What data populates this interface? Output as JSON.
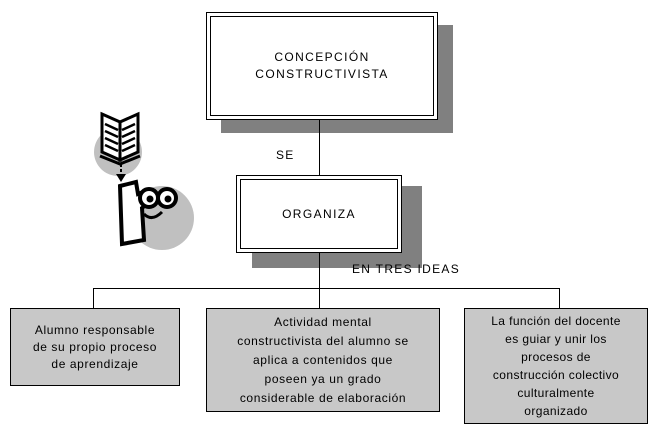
{
  "diagram": {
    "top_node": "CONCEPCIÓN\nCONSTRUCTIVISTA",
    "edge_1_label": "SE",
    "middle_node": "ORGANIZA",
    "edge_2_label": "EN TRES IDEAS",
    "ideas": [
      "Alumno responsable\nde su propio proceso\nde aprendizaje",
      "Actividad mental\nconstructivista del alumno se\naplica a contenidos que\nposeen ya un grado\nconsiderable de elaboración",
      "La función del docente\nes guiar y unir los\nprocesos de\nconstrucción colectivo\nculturalmente\norganizado"
    ]
  },
  "clipart": {
    "book": "open-book-icon",
    "character": "cartoon-reader-icon"
  },
  "colors": {
    "shadow": "#808080",
    "idea_box_fill": "#c8c8c8",
    "clipart_circle": "#c0c0c0"
  }
}
